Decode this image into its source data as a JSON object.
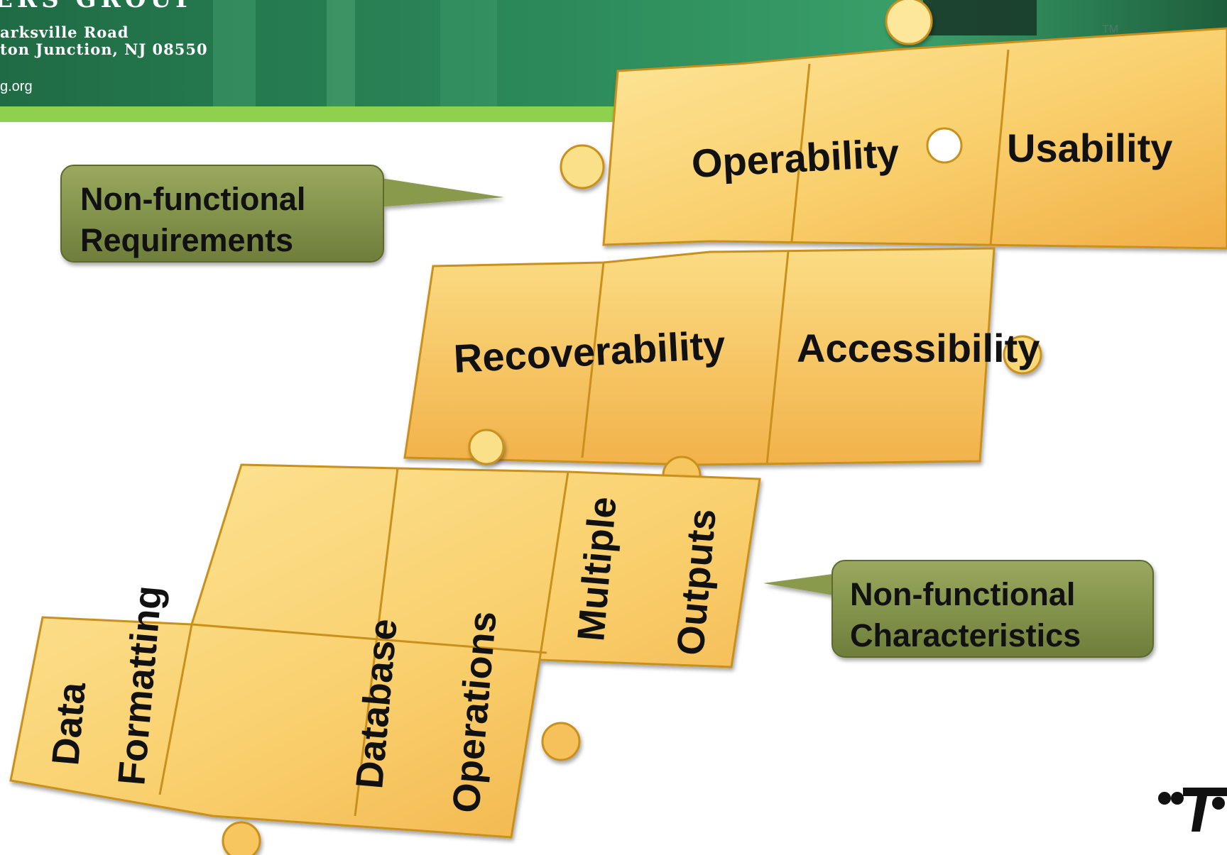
{
  "header": {
    "company_fragment": "ERS GROUP",
    "address_line1": "arksville Road",
    "address_line2": "ton Junction, NJ 08550",
    "website_fragment": "g.org",
    "trademark": "TM"
  },
  "callouts": {
    "requirements": {
      "line1": "Non-functional",
      "line2": "Requirements"
    },
    "characteristics": {
      "line1": "Non-functional",
      "line2": "Characteristics"
    }
  },
  "puzzle_labels": {
    "operability": "Operability",
    "usability": "Usability",
    "recoverability": "Recoverability",
    "accessibility": "Accessibility",
    "data": "Data",
    "formatting": "Formatting",
    "database": "Database",
    "operations": "Operations",
    "multiple": "Multiple",
    "outputs": "Outputs"
  },
  "colors": {
    "header_green": "#2f8a5e",
    "header_band": "#8fd14f",
    "puzzle_light": "#fbe08a",
    "puzzle_dark": "#f2b64a",
    "puzzle_edge": "#c9901f",
    "callout_fill": "#7f8f48",
    "text": "#111111"
  },
  "icons": {
    "logo": "company-logo-mark"
  }
}
